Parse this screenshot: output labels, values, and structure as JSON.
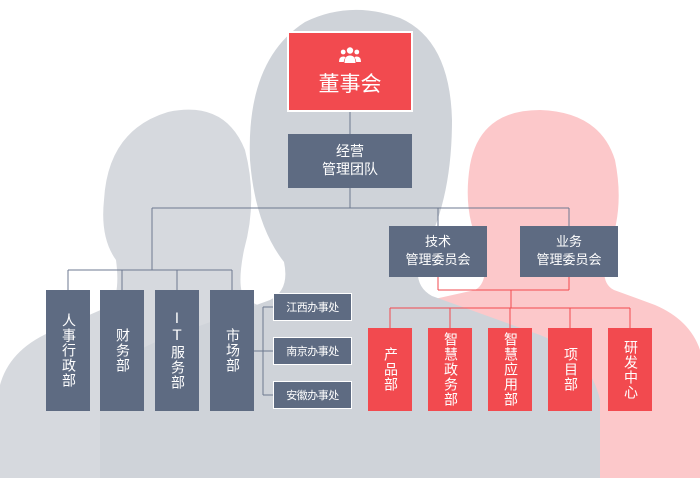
{
  "org_chart": {
    "board": {
      "label": "董事会",
      "icon": "group-users-icon"
    },
    "management": {
      "label": "经营\n管理团队"
    },
    "committees": [
      {
        "id": "tech",
        "label": "技术\n管理委员会"
      },
      {
        "id": "biz",
        "label": "业务\n管理委员会"
      }
    ],
    "departments_left": [
      {
        "label": "人事行政部"
      },
      {
        "label": "财务部"
      },
      {
        "label": "IT服务部"
      },
      {
        "label": "市场部"
      }
    ],
    "offices": [
      {
        "label": "江西办事处"
      },
      {
        "label": "南京办事处"
      },
      {
        "label": "安徽办事处"
      }
    ],
    "departments_right": [
      {
        "label": "产品部"
      },
      {
        "label": "智慧政务部"
      },
      {
        "label": "智慧应用部"
      },
      {
        "label": "项目部"
      },
      {
        "label": "研发中心"
      }
    ]
  },
  "colors": {
    "slate": "#5e6b82",
    "red": "#f24a4f",
    "line_red": "#f24a4f",
    "line_gray": "#6e7990",
    "silhouette_gray": "#d5d8dd",
    "silhouette_pink": "#fbc6c8"
  }
}
